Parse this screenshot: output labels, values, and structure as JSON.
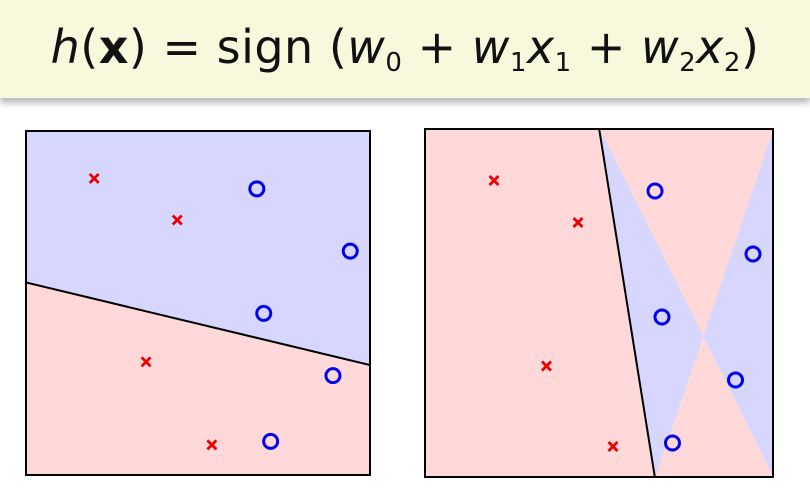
{
  "formula": {
    "h": "h",
    "open_paren": "(",
    "x": "x",
    "close_paren_eq": ") = sign (",
    "w0": "w",
    "sub0": "0",
    "plus1": " + ",
    "w1": "w",
    "sub1a": "1",
    "x1": "x",
    "sub1b": "1",
    "plus2": " + ",
    "w2": "w",
    "sub2a": "2",
    "x2": "x",
    "sub2b": "2",
    "close": ")"
  },
  "colors": {
    "region_positive": "#d6d6ff",
    "region_negative": "#ffd9d9",
    "circle": "#0000ee",
    "cross": "#ee0000",
    "line": "#000000"
  },
  "plots": [
    {
      "name": "plot-left",
      "boundary": {
        "x0": 0,
        "y0": 0.56,
        "x1": 1,
        "y1": 0.32
      },
      "positive_side": "above",
      "circles": [
        [
          0.67,
          0.83
        ],
        [
          0.94,
          0.65
        ],
        [
          0.69,
          0.47
        ],
        [
          0.89,
          0.29
        ],
        [
          0.71,
          0.1
        ]
      ],
      "crosses": [
        [
          0.2,
          0.86
        ],
        [
          0.44,
          0.74
        ],
        [
          0.35,
          0.33
        ],
        [
          0.54,
          0.09
        ]
      ]
    },
    {
      "name": "plot-right",
      "boundary": {
        "x0": 0.5,
        "y0": 1,
        "x1": 0.66,
        "y1": 0
      },
      "positive_side": "right",
      "circles": [
        [
          0.66,
          0.82
        ],
        [
          0.94,
          0.64
        ],
        [
          0.68,
          0.46
        ],
        [
          0.89,
          0.28
        ],
        [
          0.71,
          0.1
        ]
      ],
      "crosses": [
        [
          0.2,
          0.85
        ],
        [
          0.44,
          0.73
        ],
        [
          0.35,
          0.32
        ],
        [
          0.54,
          0.09
        ]
      ]
    }
  ]
}
